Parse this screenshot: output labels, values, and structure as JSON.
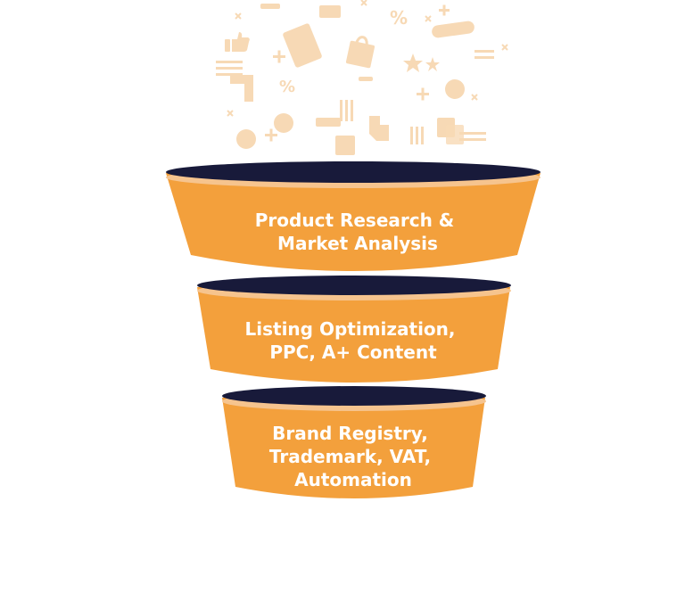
{
  "funnel": {
    "tiers": [
      {
        "lines": [
          "Product Research &",
          "Market Analysis"
        ]
      },
      {
        "lines": [
          "Listing Optimization,",
          "PPC, A+ Content"
        ]
      },
      {
        "lines": [
          "Brand Registry,",
          "Trademark, VAT,",
          "Automation"
        ]
      }
    ]
  },
  "colors": {
    "body": "#f3a03c",
    "body_shade": "#e8912e",
    "rim": "#f6c48e",
    "mouth": "#181a3a",
    "icons": "#f7d9b5",
    "text": "#ffffff"
  },
  "decor_icons": [
    "thumbs-up-icon",
    "shopping-bag-icon",
    "percent-icon",
    "star-icon",
    "plus-icon",
    "cross-icon",
    "coin-icon",
    "tag-icon",
    "text-lines-icon"
  ]
}
